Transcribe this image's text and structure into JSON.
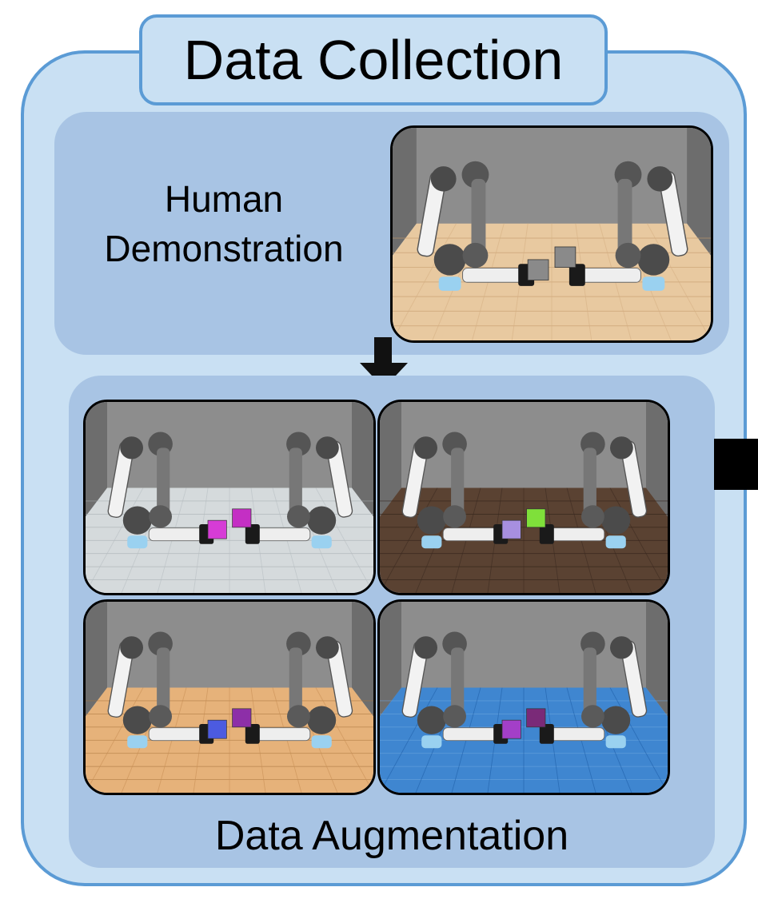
{
  "title": "Data Collection",
  "human_demo": {
    "label": "Human Demonstration"
  },
  "augmentation": {
    "label": "Data Augmentation"
  },
  "colors": {
    "border": "#5b9bd5",
    "outer_fill": "#c9e0f3",
    "panel_fill": "#a8c4e4"
  },
  "scenes": [
    {
      "name": "demo",
      "floor": "wood-light",
      "cubes": [
        "#8a8a8a",
        "#8a8a8a"
      ]
    },
    {
      "name": "aug-1",
      "floor": "marble-gray",
      "cubes": [
        "#d63cd6",
        "#c42fc4"
      ]
    },
    {
      "name": "aug-2",
      "floor": "wood-dark",
      "cubes": [
        "#a78fe0",
        "#7fe03a"
      ]
    },
    {
      "name": "aug-3",
      "floor": "parquet",
      "cubes": [
        "#4c5be0",
        "#8d2fa8"
      ]
    },
    {
      "name": "aug-4",
      "floor": "water-blue",
      "cubes": [
        "#a33fc8",
        "#7a2a78"
      ]
    }
  ]
}
